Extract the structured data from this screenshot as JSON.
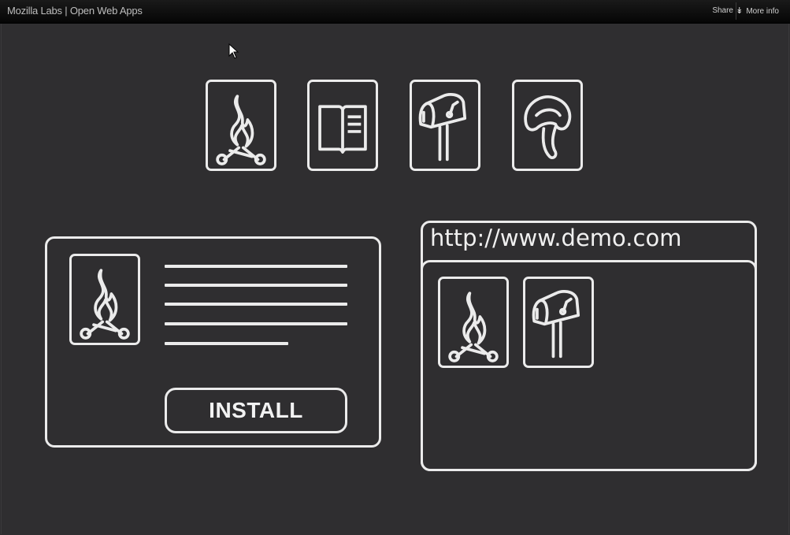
{
  "topbar": {
    "title": "Mozilla Labs | Open Web Apps",
    "share_label": "Share",
    "more_info_label": "More info",
    "more_info_icon": "double-chevron-down-icon"
  },
  "app_icons": [
    "campfire-icon",
    "book-icon",
    "mailbox-icon",
    "mushroom-icon"
  ],
  "install_card": {
    "app_icon": "campfire-icon",
    "text_lines": 5,
    "install_label": "INSTALL"
  },
  "browser_window": {
    "url": "http://www.demo.com",
    "installed_icons": [
      "campfire-icon",
      "mailbox-icon"
    ]
  },
  "colors": {
    "background": "#2f2e30",
    "stroke": "#ebebeb",
    "topbar": "#0b0b0b"
  }
}
